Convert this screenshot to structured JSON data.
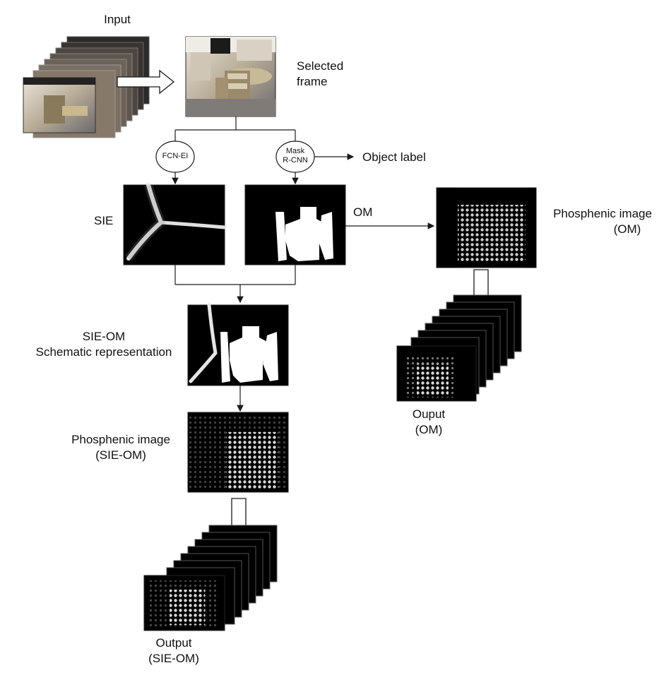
{
  "labels": {
    "input": "Input",
    "selected_frame_1": "Selected",
    "selected_frame_2": "frame",
    "object_label": "Object label",
    "sie": "SIE",
    "om": "OM",
    "phos_om_1": "Phosphenic image",
    "phos_om_2": "(OM)",
    "sieom_1": "SIE-OM",
    "sieom_2": "Schematic representation",
    "phos_sieom_1": "Phosphenic image",
    "phos_sieom_2": "(SIE-OM)",
    "output_om_1": "Ouput",
    "output_om_2": "(OM)",
    "output_sieom_1": "Output",
    "output_sieom_2": "(SIE-OM)"
  },
  "nodes": {
    "fcn": "FCN-EI",
    "mask_1": "Mask",
    "mask_2": "R-CNN"
  },
  "colors": {
    "line": "#1a1a1a",
    "frame_border": "#222222",
    "image_bg": "#000000",
    "phosphene": "#d8d8d8"
  }
}
